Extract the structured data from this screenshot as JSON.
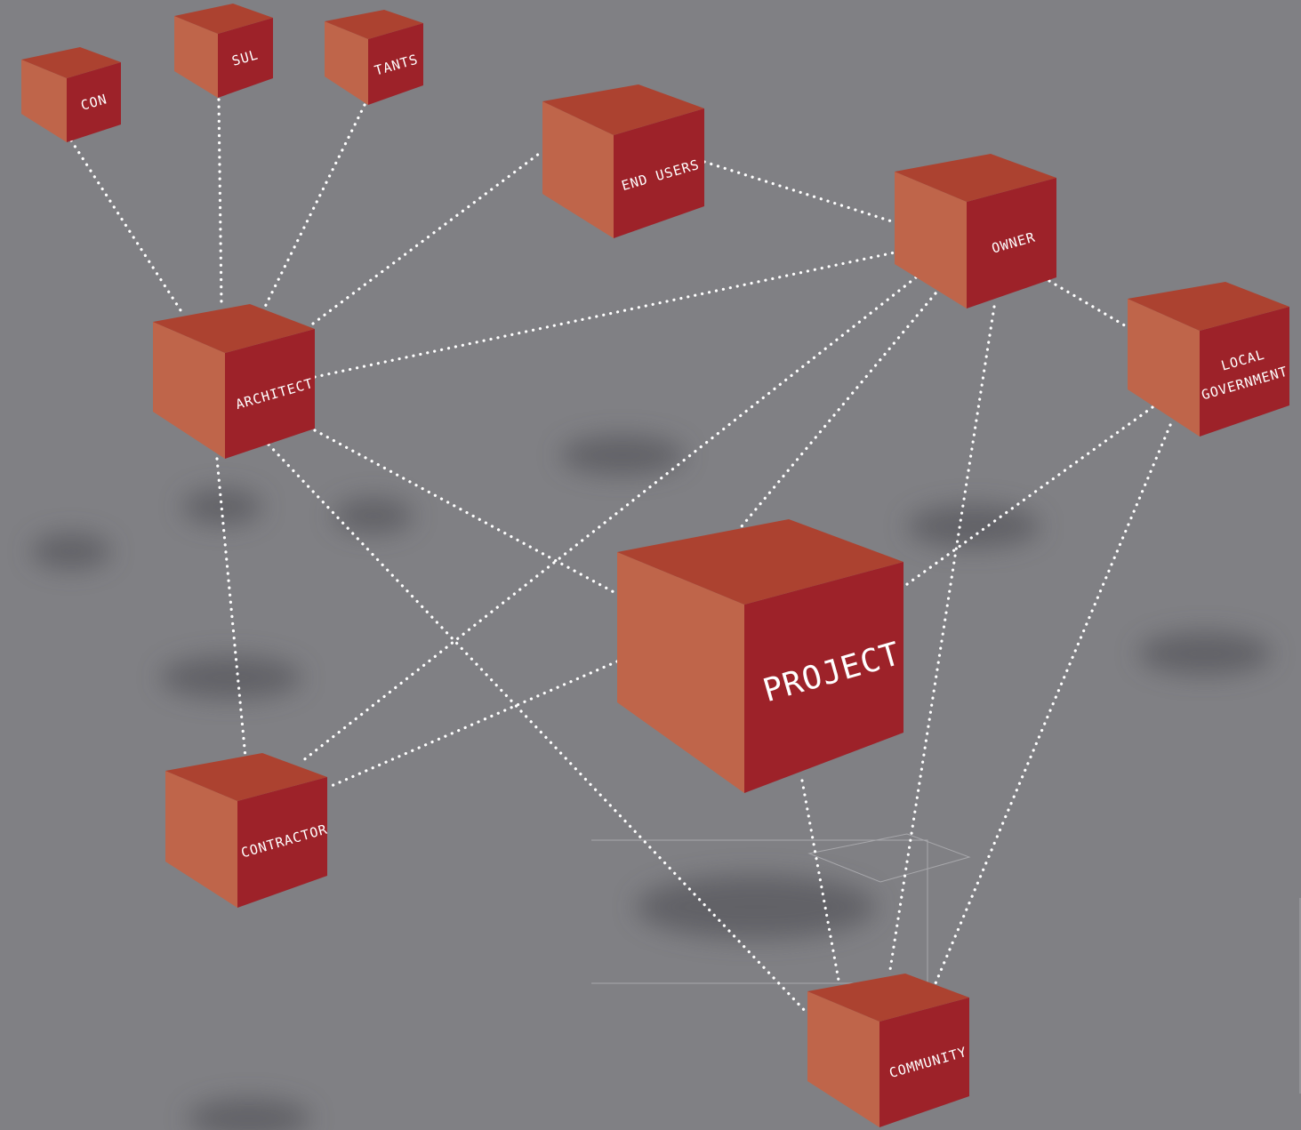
{
  "colors": {
    "background": "#808084",
    "cube_top": "#ac4230",
    "cube_left": "#bf654a",
    "cube_right": "#9d2229",
    "connector": "#ffffff",
    "shadow": "#4a4a50"
  },
  "nodes": {
    "con": {
      "label": "CON"
    },
    "sul": {
      "label": "SUL"
    },
    "tants": {
      "label": "TANTS"
    },
    "end_users": {
      "label": "END USERS"
    },
    "owner": {
      "label": "OWNER"
    },
    "architect": {
      "label": "ARCHITECT"
    },
    "local_government": {
      "label_line1": "LOCAL",
      "label_line2": "GOVERNMENT"
    },
    "project": {
      "label": "PROJECT"
    },
    "contractor": {
      "label": "CONTRACTOR"
    },
    "community": {
      "label": "COMMUNITY"
    }
  },
  "connections": [
    [
      "con",
      "architect"
    ],
    [
      "sul",
      "architect"
    ],
    [
      "tants",
      "architect"
    ],
    [
      "architect",
      "end_users"
    ],
    [
      "architect",
      "owner"
    ],
    [
      "architect",
      "project"
    ],
    [
      "architect",
      "contractor"
    ],
    [
      "architect",
      "community"
    ],
    [
      "end_users",
      "owner"
    ],
    [
      "owner",
      "local_government"
    ],
    [
      "owner",
      "project"
    ],
    [
      "owner",
      "contractor"
    ],
    [
      "owner",
      "community"
    ],
    [
      "local_government",
      "project"
    ],
    [
      "local_government",
      "community"
    ],
    [
      "project",
      "contractor"
    ],
    [
      "project",
      "community"
    ]
  ]
}
